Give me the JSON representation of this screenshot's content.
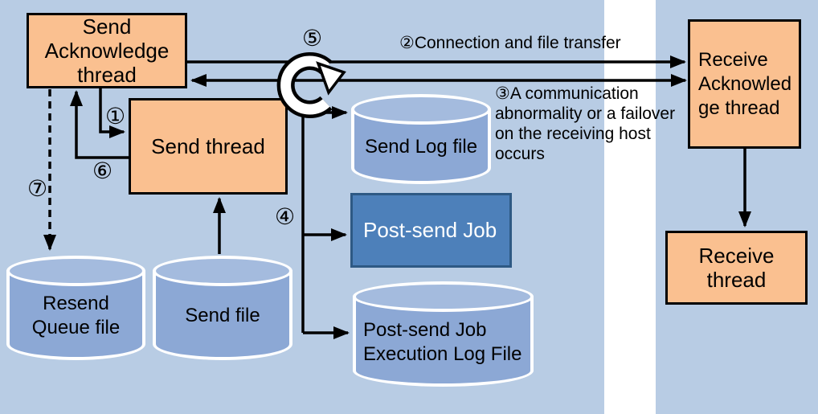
{
  "diagram": {
    "nodes": {
      "send_ack_thread": {
        "label": "Send\nAcknowledge\nthread"
      },
      "send_thread": {
        "label": "Send thread"
      },
      "receive_ack_thread": {
        "label": "Receive\nAcknowled\nge thread"
      },
      "receive_thread": {
        "label": "Receive\nthread"
      },
      "post_send_job": {
        "label": "Post-send Job"
      },
      "send_log_file": {
        "label": "Send Log file"
      },
      "post_send_job_exec_log_file": {
        "label": "Post-send Job\nExecution Log File"
      },
      "resend_queue_file": {
        "label": "Resend\nQueue file"
      },
      "send_file": {
        "label": "Send file"
      }
    },
    "annotations": {
      "step1": "①",
      "step2": "②Connection and file transfer",
      "step3": "③A communication\nabnormality or a failover\non the receiving host\noccurs",
      "step4": "④",
      "step5": "⑤",
      "step6": "⑥",
      "step7": "⑦"
    },
    "icons": {
      "loop_arrow": "circular-retry-arrow"
    },
    "colors": {
      "background_panel": "#b8cce4",
      "divider_stripe": "#ffffff",
      "thread_box_fill": "#fac090",
      "thread_box_border": "#000000",
      "job_box_fill": "#4d80ba",
      "job_box_border": "#2e5984",
      "job_box_text": "#ffffff",
      "cylinder_body": "#8ca8d5",
      "cylinder_top": "#a4bbde",
      "cylinder_outline": "#ffffff",
      "connector": "#000000",
      "text": "#000000"
    }
  }
}
